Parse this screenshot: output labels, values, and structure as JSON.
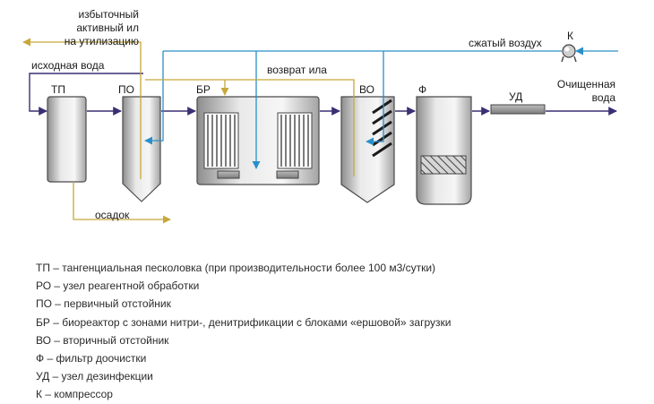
{
  "colors": {
    "flow": "#3a2f73",
    "air": "#2a8fc8",
    "sludge": "#c7a83a",
    "shell": "#4a4a4a"
  },
  "labels": {
    "excess_sludge_1": "избыточный",
    "excess_sludge_2": "активный ил",
    "excess_sludge_3": "на утилизацию",
    "raw_water": "исходная вода",
    "sludge_return": "возврат ила",
    "compressed_air": "сжатый воздух",
    "sediment": "осадок",
    "clean_water_1": "Очищенная",
    "clean_water_2": "вода"
  },
  "units": {
    "tp": "ТП",
    "po": "ПО",
    "br": "БР",
    "vo": "ВО",
    "f": "Ф",
    "ud": "УД",
    "k": "К"
  },
  "legend": [
    "ТП – тангенциальная песколовка (при производительности более 100 м3/сутки)",
    "РО – узел реагентной обработки",
    "ПО – первичный отстойник",
    "БР – биореактор с зонами нитри-, денитрификации с блоками «ершовой» загрузки",
    "ВО – вторичный отстойник",
    "Ф – фильтр доочистки",
    "УД – узел дезинфекции",
    "К – компрессор"
  ]
}
